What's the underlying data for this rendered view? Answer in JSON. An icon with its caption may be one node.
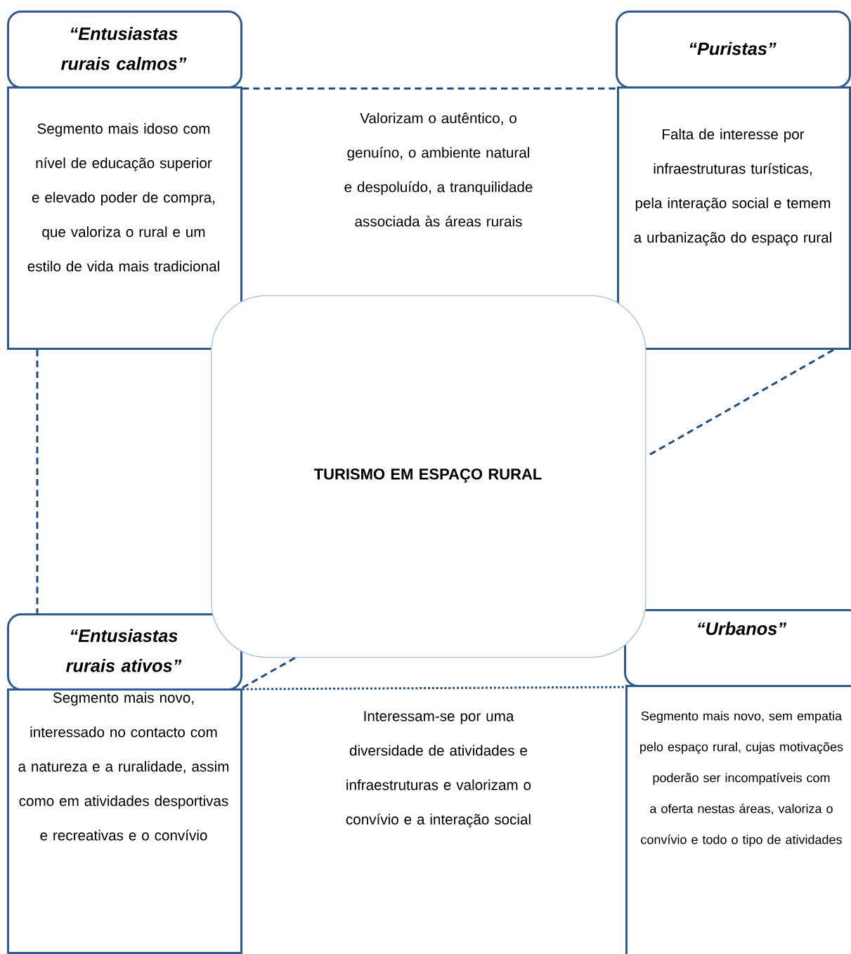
{
  "diagram": {
    "nodes": [
      {
        "text": [
          "“Entusiastas rurais calmos”"
        ]
      },
      {
        "text": [
          "Segmento mais idoso com nível de educação superior e elevado poder de compra, que valoriza o rural e um estilo de vida mais tradicional"
        ]
      },
      {
        "text": [
          "“Puristas”"
        ]
      },
      {
        "text": [
          "Falta de interesse por infraestruturas turísticas, pela interação social e temem a urbanização do espaço rural"
        ]
      },
      {
        "text": [
          "TURISMO EM ESPAÇO RURAL"
        ]
      },
      {
        "text": [
          "“Entusiastas rurais ativos”"
        ]
      },
      {
        "text": [
          "Segmento mais novo, interessado no contacto com a natureza e a ruralidade, assim como em atividades desportivas e recreativas e o convívio"
        ]
      },
      {
        "text": [
          "“Urbanos”"
        ]
      },
      {
        "text": [
          "Segmento mais novo, sem empatia pelo espaço rural, cujas motivações poderão ser incompatíveis com a oferta nestas áreas, valoriza o convívio e todo o tipo de atividades"
        ]
      }
    ],
    "edges": [
      {
        "from": 0,
        "to": 2,
        "arrow": "none",
        "style": "dashed"
      },
      {
        "from": 1,
        "to": 5,
        "arrow": "none",
        "style": "dashed"
      },
      {
        "from": 3,
        "to": 4,
        "arrow": "none",
        "style": "dashed"
      },
      {
        "from": 5,
        "to": 4,
        "arrow": "none",
        "style": "dashed"
      },
      {
        "from": 5,
        "to": 8,
        "arrow": "none",
        "style": "dashed"
      }
    ],
    "labels": [
      "Valorizam o autêntico, o genuíno, o ambiente natural e despoluído, a tranquilidade associada às áreas rurais",
      "Interessam-se por uma diversidade de atividades e infraestruturas e valorizam o convívio e a interação social"
    ]
  }
}
